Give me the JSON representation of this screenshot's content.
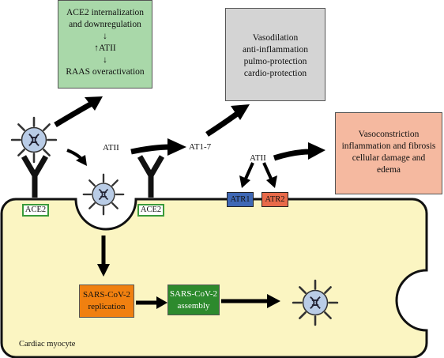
{
  "boxes": {
    "green": {
      "lines": [
        "ACE2 internalization",
        "and downregulation",
        "↓",
        "↑ATII",
        "↓",
        "RAAS overactivation"
      ],
      "color": "#a9d8a9"
    },
    "gray": {
      "lines": [
        "Vasodilation",
        "anti-inflammation",
        "pulmo-protection",
        "cardio-protection"
      ],
      "color": "#d4d4d4"
    },
    "pink": {
      "lines": [
        "Vasoconstriction",
        "inflammation and fibrosis",
        "cellular damage and",
        "edema"
      ],
      "color": "#f5b9a0"
    }
  },
  "labels": {
    "atii_left": "ATII",
    "at17": "AT1-7",
    "atii_right": "ATII",
    "ace2_left": "ACE2",
    "ace2_mid": "ACE2",
    "atr1": "ATR1",
    "atr2": "ATR2",
    "replication": [
      "SARS-CoV-2",
      "replication"
    ],
    "assembly": [
      "SARS-CoV-2",
      "assembly"
    ],
    "cell": "Cardiac myocyte"
  },
  "colors": {
    "cell_fill": "#fbf5c2",
    "atr1": "#3f68b5",
    "atr2": "#e86a4a",
    "replication": "#f08010",
    "assembly": "#2d8a2d",
    "virus": "#b9cce6"
  }
}
